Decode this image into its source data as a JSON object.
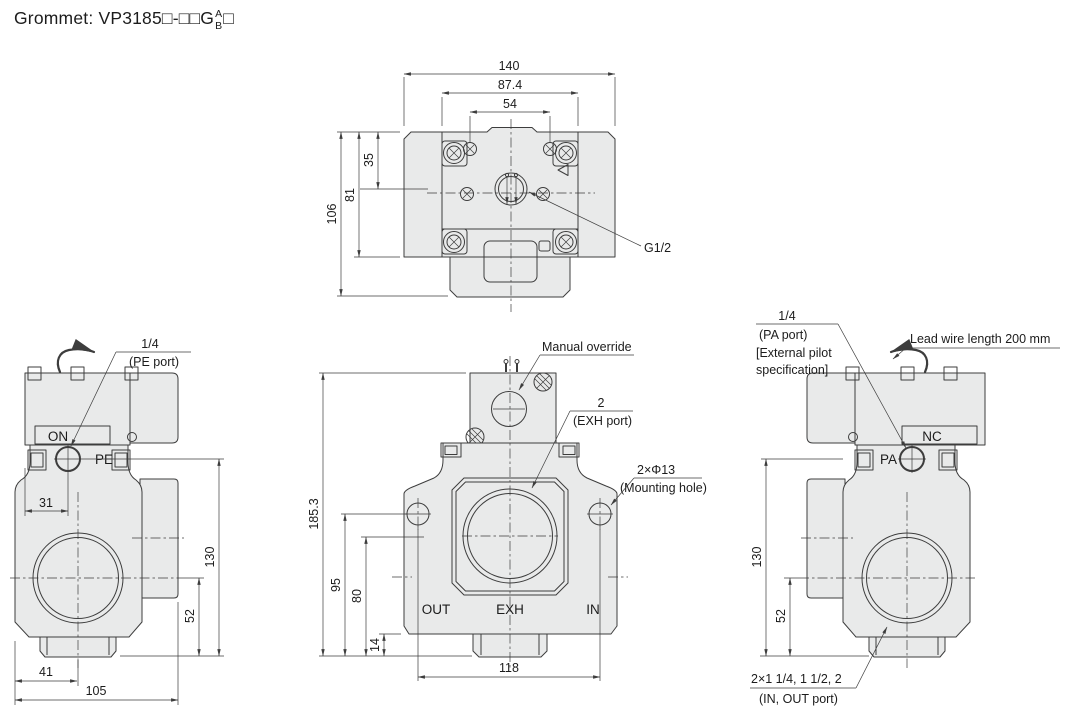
{
  "title": {
    "prefix": "Grommet: VP3185□-□□G",
    "stack_top": "A",
    "stack_bottom": "B",
    "suffix": "□"
  },
  "colors": {
    "body_fill": "#e9eaea",
    "line": "#3d3d3d",
    "text": "#1c1c1c",
    "background": "#ffffff"
  },
  "top_view": {
    "dim_140": "140",
    "dim_87_4": "87.4",
    "dim_54": "54",
    "dim_35": "35",
    "dim_81": "81",
    "dim_106": "106",
    "label_g12": "G1/2"
  },
  "left_view": {
    "callout_pe_size": "1/4",
    "callout_pe_name": "(PE port)",
    "label_on": "ON",
    "label_pe": "PE",
    "dim_31": "31",
    "dim_41": "41",
    "dim_105": "105",
    "dim_52": "52",
    "dim_130": "130"
  },
  "front_view": {
    "callout_manual_override": "Manual override",
    "callout_exh_size": "2",
    "callout_exh_name": "(EXH port)",
    "callout_mount_size": "2×Φ13",
    "callout_mount_name": "(Mounting hole)",
    "label_out": "OUT",
    "label_exh": "EXH",
    "label_in": "IN",
    "dim_185_3": "185.3",
    "dim_95": "95",
    "dim_80": "80",
    "dim_14": "14",
    "dim_118": "118"
  },
  "right_view": {
    "callout_pa_size": "1/4",
    "callout_pa_name": "(PA port)",
    "callout_pa_note1": "[External pilot",
    "callout_pa_note2": "specification]",
    "callout_lead_wire": "Lead wire length 200 mm",
    "label_nc": "NC",
    "label_pa": "PA",
    "dim_130": "130",
    "dim_52": "52",
    "callout_port_size": "2×1 1/4, 1 1/2, 2",
    "callout_port_name": "(IN, OUT port)"
  }
}
